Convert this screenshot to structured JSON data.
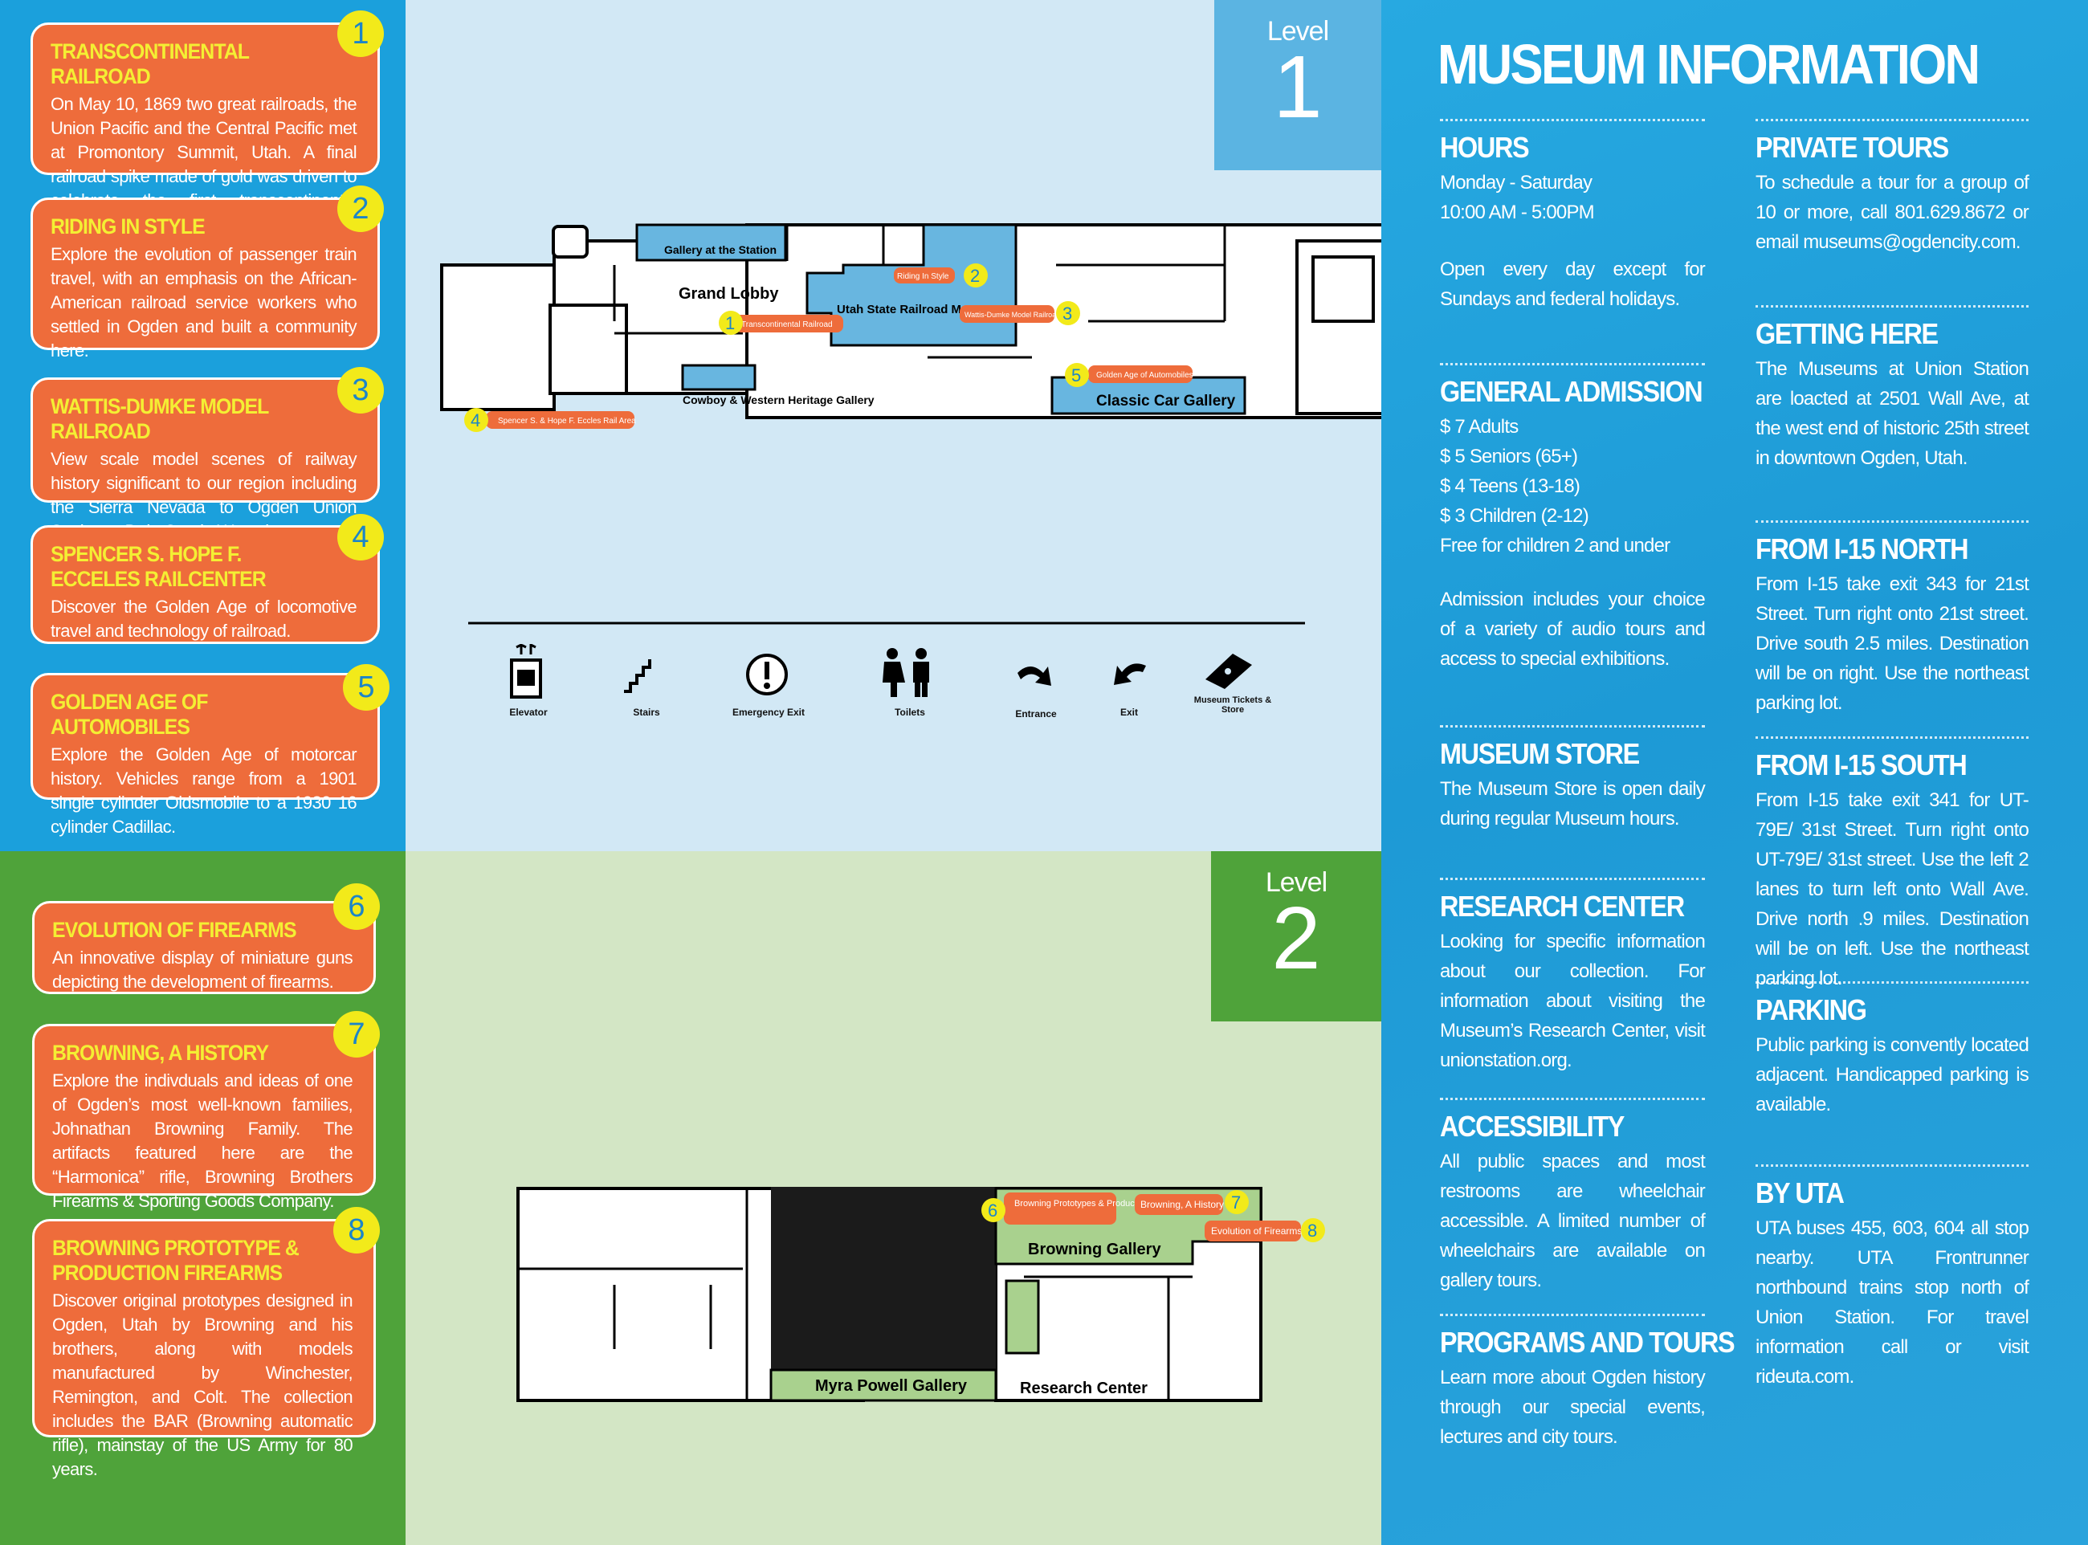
{
  "colors": {
    "orange": "#ee6c3b",
    "yellow": "#f2ea1a",
    "blue": "#1ba0dc",
    "green": "#4fa33a",
    "map_blue_room": "#68b6e0",
    "map_green_room": "#a9d18e"
  },
  "exhibits": [
    {
      "num": "1",
      "title": "TRANSCONTINENTAL RAILROAD",
      "text": "On May 10, 1869 two great railroads, the Union Pacific and the Central Pacific met at Promontory Summit, Utah. A final railroad spike made of gold was driven to celebrate the first transcontinental railroad."
    },
    {
      "num": "2",
      "title": "RIDING IN STYLE",
      "text": "Explore the evolution of passenger train travel, with an emphasis on the African-American railroad service workers who settled in Ogden and built a community here."
    },
    {
      "num": "3",
      "title": "WATTIS-DUMKE MODEL RAILROAD",
      "text": "View scale model scenes of railway history significant to our region including the Sierra Nevada to Ogden Union Station to Dale Creek, Wyoming."
    },
    {
      "num": "4",
      "title": "SPENCER S. HOPE F. ECCELES RAILCENTER",
      "text": "Discover the Golden Age of locomotive travel and technology of railroad."
    },
    {
      "num": "5",
      "title": "GOLDEN AGE OF AUTOMOBILES",
      "text": "Explore the Golden Age of motorcar history. Vehicles range from a 1901 single cylinder Oldsmobile to a 1930 16 cylinder Cadillac."
    },
    {
      "num": "6",
      "title": "EVOLUTION OF FIREARMS",
      "text": "An innovative display of miniature guns depicting the development of firearms."
    },
    {
      "num": "7",
      "title": "BROWNING, A HISTORY",
      "text": "Explore the indivduals and ideas of one of Ogden’s most well-known families, Johnathan Browning Family. The artifacts featured here are the “Harmonica” rifle, Browning Brothers Firearms & Sporting Goods Company."
    },
    {
      "num": "8",
      "title": "BROWNING PROTOTYPE & PRODUCTION FIREARMS",
      "text": "Discover original prototypes designed in Ogden, Utah by Browning and his brothers, along with models manufactured by Winchester, Remington, and Colt. The collection includes the BAR (Browning automatic rifle), mainstay of the US Army for 80 years."
    }
  ],
  "levels": {
    "level1": {
      "word": "Level",
      "num": "1"
    },
    "level2": {
      "word": "Level",
      "num": "2"
    }
  },
  "map1": {
    "rooms": [
      "Gallery at the Station",
      "Grand Lobby",
      "Utah State Railroad Museum",
      "Cowboy & Western Heritage Gallery",
      "Classic Car Gallery"
    ],
    "tags": [
      "Riding In Style",
      "Transcontinental Railroad",
      "Wattis-Dumke Model Railroad",
      "Golden Age of Automobiles",
      "Spencer S. & Hope F. Eccles Rail Area"
    ]
  },
  "map2": {
    "rooms": [
      "Browning Gallery",
      "Myra Powell Gallery",
      "Research Center"
    ],
    "tags": [
      "Browning Prototypes & Production Firearms",
      "Browning, A History",
      "Evolution of Firearms"
    ]
  },
  "legend": [
    "Elevator",
    "Stairs",
    "Emergency Exit",
    "Toilets",
    "Entrance",
    "Exit",
    "Museum Tickets & Store"
  ],
  "info": {
    "title": "MUSEUM INFORMATION",
    "hours": {
      "heading": "HOURS",
      "days": "Monday - Saturday",
      "time": "10:00 AM - 5:00PM",
      "note": "Open every day except for Sundays and federal holidays."
    },
    "admission": {
      "heading": "GENERAL ADMISSION",
      "prices": [
        "$ 7 Adults",
        "$ 5 Seniors (65+)",
        "$ 4 Teens (13-18)",
        "$ 3 Children (2-12)",
        "Free for children 2 and under"
      ],
      "note": "Admission includes your choice of a variety of audio tours and access to special exhibitions."
    },
    "store": {
      "heading": "MUSEUM STORE",
      "text": "The Museum Store is open daily during regular Museum hours."
    },
    "research": {
      "heading": "RESEARCH CENTER",
      "text": "Looking for specific information about our collection. For information about visiting the Museum’s Research Center, visit unionstation.org."
    },
    "access": {
      "heading": "ACCESSIBILITY",
      "text": "All public spaces and most restrooms are wheelchair accessible. A limited number of wheelchairs are available on gallery tours."
    },
    "programs": {
      "heading": "PROGRAMS AND TOURS",
      "text": "Learn more about Ogden history through our special events, lectures and city tours."
    },
    "private": {
      "heading": "PRIVATE TOURS",
      "text": "To schedule a tour for a group of 10 or more, call 801.629.8672 or email museums@ogdencity.com."
    },
    "getting": {
      "heading": "GETTING HERE",
      "text": "The Museums at Union Station are loacted at 2501 Wall Ave, at the west end of historic 25th street in downtown Ogden, Utah."
    },
    "north": {
      "heading": "FROM I-15 NORTH",
      "text": "From I-15 take exit 343 for 21st Street. Turn right onto 21st street. Drive south 2.5 miles. Destination will be on right. Use the northeast parking lot."
    },
    "south": {
      "heading": "FROM I-15 SOUTH",
      "text": "From I-15 take exit 341 for UT-79E/ 31st Street. Turn right onto UT-79E/ 31st street. Use the left 2 lanes to turn left onto Wall Ave. Drive north .9 miles. Destination will be on left. Use the northeast parking lot."
    },
    "parking": {
      "heading": "PARKING",
      "text": "Public parking is convently located adjacent. Handicapped parking is available."
    },
    "uta": {
      "heading": "BY UTA",
      "text": "UTA buses 455, 603, 604 all stop nearby. UTA Frontrunner northbound trains stop north of Union Station. For travel information call or visit rideuta.com."
    }
  }
}
